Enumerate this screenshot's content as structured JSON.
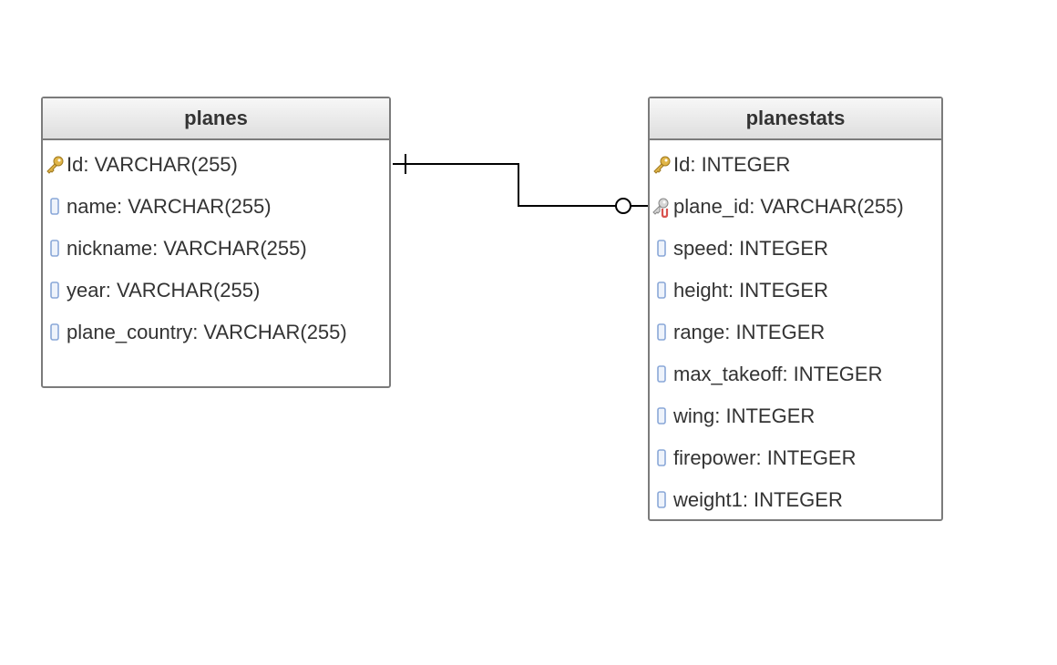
{
  "tables": [
    {
      "name": "planes",
      "columns": [
        {
          "label": "Id: VARCHAR(255)",
          "icon": "primary-key-icon"
        },
        {
          "label": "name: VARCHAR(255)",
          "icon": "column-icon"
        },
        {
          "label": "nickname: VARCHAR(255)",
          "icon": "column-icon"
        },
        {
          "label": "year: VARCHAR(255)",
          "icon": "column-icon"
        },
        {
          "label": "plane_country: VARCHAR(255)",
          "icon": "column-icon"
        }
      ]
    },
    {
      "name": "planestats",
      "columns": [
        {
          "label": "Id: INTEGER",
          "icon": "primary-key-icon"
        },
        {
          "label": "plane_id: VARCHAR(255)",
          "icon": "foreign-key-icon"
        },
        {
          "label": "speed: INTEGER",
          "icon": "column-icon"
        },
        {
          "label": "height: INTEGER",
          "icon": "column-icon"
        },
        {
          "label": "range: INTEGER",
          "icon": "column-icon"
        },
        {
          "label": "max_takeoff: INTEGER",
          "icon": "column-icon"
        },
        {
          "label": "wing: INTEGER",
          "icon": "column-icon"
        },
        {
          "label": "firepower: INTEGER",
          "icon": "column-icon"
        },
        {
          "label": "weight1: INTEGER",
          "icon": "column-icon"
        }
      ]
    }
  ],
  "relationship": {
    "from": "planes.Id",
    "to": "planestats.plane_id",
    "notation": "one-to-zero-or-many"
  },
  "colors": {
    "key": "#e0b548",
    "column": "#8aa8d8",
    "foreign_key_badge": "#d9534f",
    "border": "#7b7b7b",
    "line": "#000000"
  }
}
